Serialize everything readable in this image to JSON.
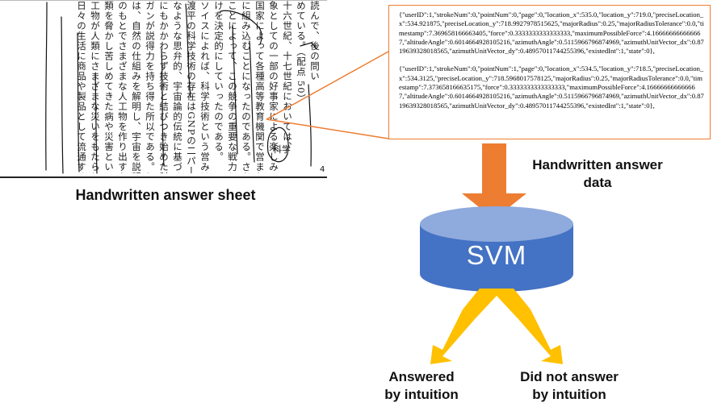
{
  "left_panel": {
    "sheet_columns": [
      "読んで、後の問い",
      "めている。（配点 50）",
      "十六世紀、十七世紀においては、",
      "象としての一部の好事家による楽しみの側面が強",
      "国家によって各種高等教育機関で営まれる知識生産",
      "に組み込むことになったのである。さらに二十世紀",
      "ことによって、この競争の重要な戦力としての力を",
      "けを決定的にしていったのである。",
      "ソイスによれば、科学技術という営みは十七世紀以",
      "渡平の科学技術の存在はGNPの二パーセント強の",
      "なような思弁的、宇宙論的伝統に基づく自然哲学",
      "にもかかわらず技術と結びつき始めた科学・技術は",
      "ガンが説得力を持ち得た所以である。しかし二十世",
      "は、自然の仕組みを解明し、宇宙を説明するという",
      "のもとでさまざまな人工物を作り出すなど、自然に",
      "類を脅かし苦しめてきた病や災害といった自然の脅",
      "工物が人類にさまざまな災いをもたらし始めてい",
      "日々の生活に商品や製品として流通する"
    ],
    "handwritten_marks": [
      "科学",
      "4"
    ],
    "caption": "Handwritten answer sheet"
  },
  "data_box": {
    "records": [
      "{\"userID\":1,\"strokeNum\":0,\"pointNum\":0,\"page\":0,\"location_x\":535.0,\"location_y\":719.0,\"preciseLocation_x\":534.921875,\"preciseLocation_y\":718.9927978515625,\"majorRadius\":0.25,\"majorRadiusTolerance\":0.0,\"timestamp\":7.369658166663405,\"force\":0.3333333333333333,\"maximumPossibleForce\":4.166666666666667,\"altitudeAngle\":0.6014664928105216,\"azimuthAngle\":0.5115966796874969,\"azimuthUnitVector_dx\":0.8719639328018565,\"azimuthUnitVector_dy\":0.48957011744255396,\"existedInt\":1,\"state\":0},",
      "{\"userID\":1,\"strokeNum\":0,\"pointNum\":1,\"page\":0,\"location_x\":534.5,\"location_y\":718.5,\"preciseLocation_x\":534.3125,\"preciseLocation_y\":718.5968017578125,\"majorRadius\":0.25,\"majorRadiusTolerance\":0.0,\"timestamp\":7.373658166635175,\"force\":0.3333333333333333,\"maximumPossibleForce\":4.166666666666667,\"altitudeAngle\":0.6014664928105216,\"azimuthAngle\":0.5115966796874969,\"azimuthUnitVector_dx\":0.8719639328018565,\"azimuthUnitVector_dy\":0.48957011744255396,\"existedInt\":1,\"state\":0},"
    ],
    "caption_line1": "Handwritten answer",
    "caption_line2": "data"
  },
  "classifier": {
    "label": "SVM"
  },
  "outcomes": {
    "left_line1": "Answered",
    "left_line2": "by intuition",
    "right_line1": "Did not answer",
    "right_line2": "by intuition"
  },
  "colors": {
    "arrow_orange": "#ed7d31",
    "arrow_yellow": "#ffc000",
    "cylinder_body": "#4472c4",
    "cylinder_top": "#8faadc",
    "callout_border": "#ed7d31",
    "ink": "#111111"
  }
}
